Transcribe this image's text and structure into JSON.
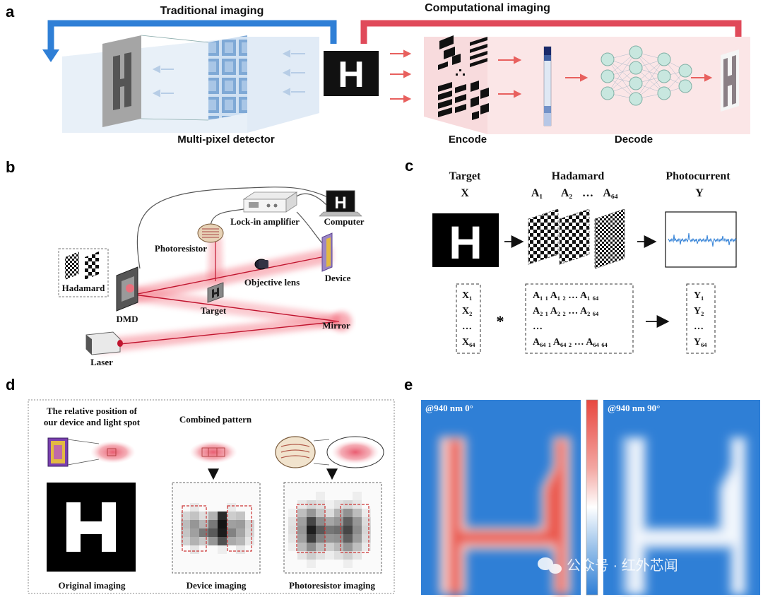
{
  "panels": {
    "a": {
      "label": "a",
      "traditional_title": "Traditional imaging",
      "computational_title": "Computational imaging",
      "target_letter": "H",
      "detector_label": "Multi-pixel detector",
      "encode_label": "Encode",
      "decode_label": "Decode",
      "colors": {
        "traditional": "#2f7fd6",
        "computational": "#e04a5a",
        "arrow_pink": "#e8605e"
      }
    },
    "b": {
      "label": "b",
      "components": {
        "lockin": "Lock-in amplifier",
        "computer": "Computer",
        "photoresistor": "Photoresistor",
        "hadamard": "Hadamard",
        "dmd": "DMD",
        "objective": "Objective lens",
        "device": "Device",
        "target": "Target",
        "mirror": "Mirror",
        "laser": "Laser"
      },
      "screen_letter": "H"
    },
    "c": {
      "label": "c",
      "headers": [
        "Target",
        "Hadamard",
        "Photocurrent"
      ],
      "target_symbol": "X",
      "target_letter": "H",
      "hadamard_seq": [
        "A₁",
        "A₂",
        "…",
        "A₆₄"
      ],
      "photocurrent_symbol": "Y",
      "x_vector": [
        "X₁",
        "X₂",
        "…",
        "X₆₄"
      ],
      "operator": "*",
      "matrix_rows": [
        "A₁ ₁  A₁ ₂  … A₁ ₆₄",
        "A₂ ₁  A₂ ₂  … A₂ ₆₄",
        "…",
        "A₆₄ ₁ A₆₄ ₂ … A₆₄ ₆₄"
      ],
      "y_vector": [
        "Y₁",
        "Y₂",
        "…",
        "Y₆₄"
      ]
    },
    "d": {
      "label": "d",
      "relative_title": [
        "The relative position of",
        "our device and light spot"
      ],
      "combined_title": "Combined pattern",
      "caption_original": "Original imaging",
      "caption_device": "Device imaging",
      "caption_photoresistor": "Photoresistor imaging",
      "letter": "H"
    },
    "e": {
      "label": "e",
      "left_map_label": "@940 nm 0°",
      "right_map_label": "@940 nm 90°"
    }
  },
  "watermark": "公众号 · 红外芯闻"
}
